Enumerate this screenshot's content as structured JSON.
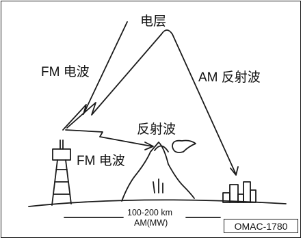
{
  "diagram": {
    "labels": {
      "ionosphere": "电层",
      "fm_wave_upper": "FM 电波",
      "am_reflected": "AM 反射波",
      "reflected": "反射波",
      "fm_wave_lower": "FM 电波",
      "distance": "100-200 km",
      "band": "AM(MW)",
      "code": "OMAC-1780"
    },
    "icons": {
      "tower": "radio-tower-icon",
      "mountain": "mountain-icon",
      "cloud": "cloud-icon",
      "buildings": "buildings-icon"
    }
  }
}
